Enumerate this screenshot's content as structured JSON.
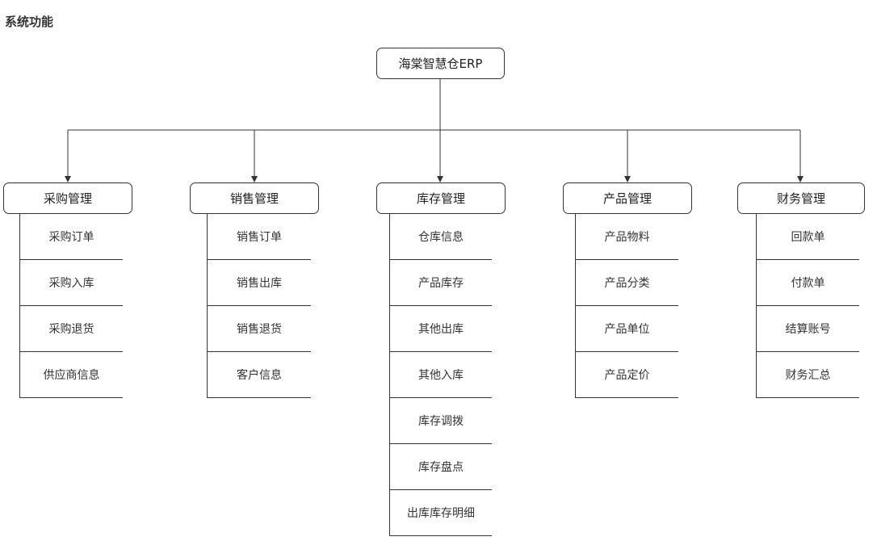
{
  "page": {
    "title": "系统功能"
  },
  "diagram": {
    "root": "海棠智慧仓ERP",
    "modules": [
      {
        "label": "采购管理",
        "items": [
          "采购订单",
          "采购入库",
          "采购退货",
          "供应商信息"
        ]
      },
      {
        "label": "销售管理",
        "items": [
          "销售订单",
          "销售出库",
          "销售退货",
          "客户信息"
        ]
      },
      {
        "label": "库存管理",
        "items": [
          "仓库信息",
          "产品库存",
          "其他出库",
          "其他入库",
          "库存调拨",
          "库存盘点",
          "出库库存明细"
        ]
      },
      {
        "label": "产品管理",
        "items": [
          "产品物料",
          "产品分类",
          "产品单位",
          "产品定价"
        ]
      },
      {
        "label": "财务管理",
        "items": [
          "回款单",
          "付款单",
          "结算账号",
          "财务汇总"
        ]
      }
    ]
  },
  "colors": {
    "line": "#333333",
    "box_fill": "#ffffff",
    "title_text": "#333333"
  }
}
